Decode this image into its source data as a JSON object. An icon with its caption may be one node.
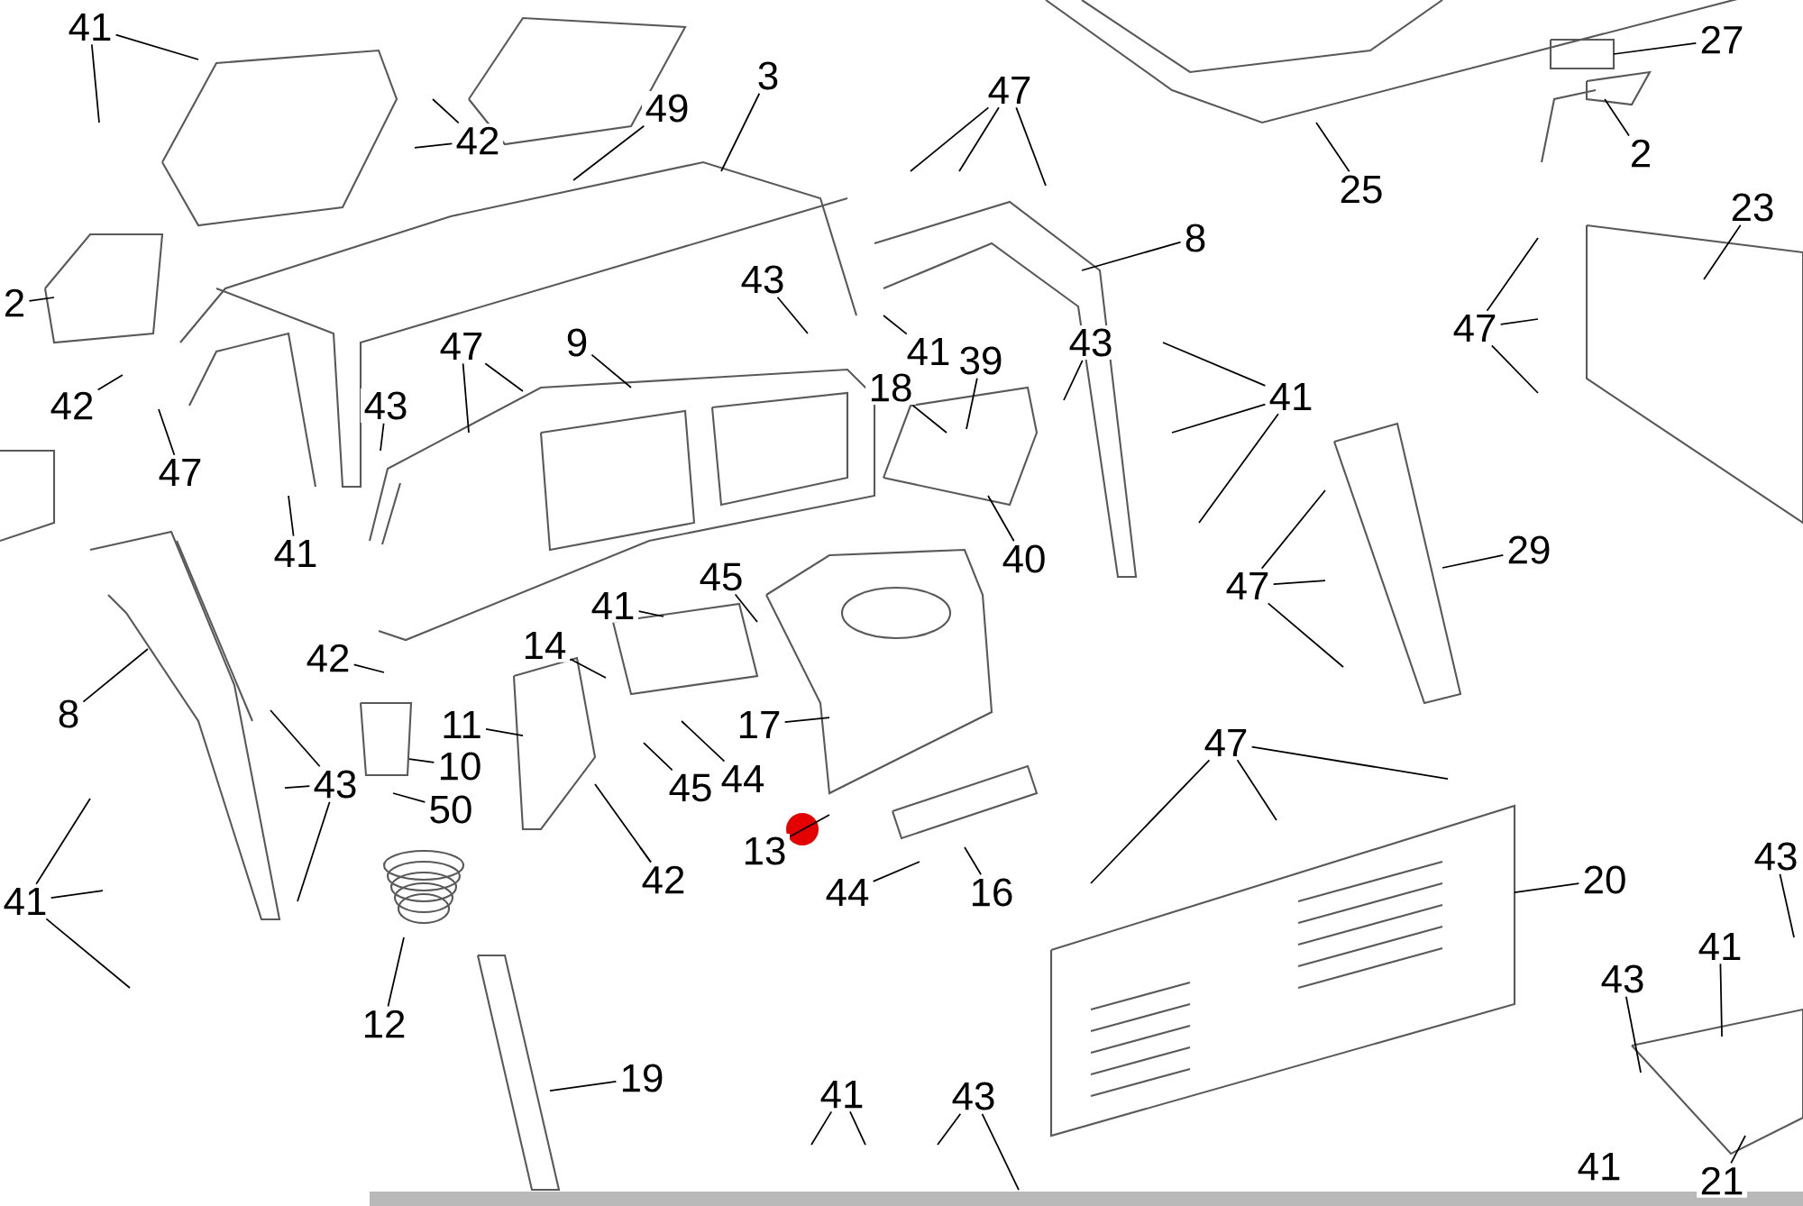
{
  "diagram": {
    "nodes": [
      {
        "text": [
          "41"
        ]
      },
      {
        "text": [
          "42"
        ]
      },
      {
        "text": [
          "49"
        ]
      },
      {
        "text": [
          "3"
        ]
      },
      {
        "text": [
          "27"
        ]
      },
      {
        "text": [
          "47"
        ]
      },
      {
        "text": [
          "25"
        ]
      },
      {
        "text": [
          "2"
        ]
      },
      {
        "text": [
          "23"
        ]
      },
      {
        "text": [
          "8"
        ]
      },
      {
        "text": [
          "2"
        ]
      },
      {
        "text": [
          "42"
        ]
      },
      {
        "text": [
          "43"
        ]
      },
      {
        "text": [
          "41"
        ]
      },
      {
        "text": [
          "47"
        ]
      },
      {
        "text": [
          "43"
        ]
      },
      {
        "text": [
          "47"
        ]
      },
      {
        "text": [
          "9"
        ]
      },
      {
        "text": [
          "39"
        ]
      },
      {
        "text": [
          "18"
        ]
      },
      {
        "text": [
          "43"
        ]
      },
      {
        "text": [
          "41"
        ]
      },
      {
        "text": [
          "47"
        ]
      },
      {
        "text": [
          "41"
        ]
      },
      {
        "text": [
          "40"
        ]
      },
      {
        "text": [
          "29"
        ]
      },
      {
        "text": [
          "47"
        ]
      },
      {
        "text": [
          "41"
        ]
      },
      {
        "text": [
          "45"
        ]
      },
      {
        "text": [
          "14"
        ]
      },
      {
        "text": [
          "42"
        ]
      },
      {
        "text": [
          "8"
        ]
      },
      {
        "text": [
          "11"
        ]
      },
      {
        "text": [
          "17"
        ]
      },
      {
        "text": [
          "10"
        ]
      },
      {
        "text": [
          "43"
        ]
      },
      {
        "text": [
          "45"
        ]
      },
      {
        "text": [
          "44"
        ]
      },
      {
        "text": [
          "50"
        ]
      },
      {
        "text": [
          "13"
        ]
      },
      {
        "text": [
          "44"
        ]
      },
      {
        "text": [
          "16"
        ]
      },
      {
        "text": [
          "42"
        ]
      },
      {
        "text": [
          "47"
        ]
      },
      {
        "text": [
          "20"
        ]
      },
      {
        "text": [
          "41"
        ]
      },
      {
        "text": [
          "12"
        ]
      },
      {
        "text": [
          "41"
        ]
      },
      {
        "text": [
          "43"
        ]
      },
      {
        "text": [
          "43"
        ]
      },
      {
        "text": [
          "19"
        ]
      },
      {
        "text": [
          "41"
        ]
      },
      {
        "text": [
          "43"
        ]
      },
      {
        "text": [
          "21"
        ]
      }
    ],
    "edges": [
      {
        "from": 0,
        "to": null,
        "arrow": "none"
      },
      {
        "from": 0,
        "to": null,
        "arrow": "none"
      },
      {
        "from": 1,
        "to": null,
        "arrow": "none"
      },
      {
        "from": 1,
        "to": null,
        "arrow": "none"
      },
      {
        "from": 2,
        "to": null,
        "arrow": "none"
      },
      {
        "from": 3,
        "to": null,
        "arrow": "none"
      },
      {
        "from": 4,
        "to": null,
        "arrow": "none"
      },
      {
        "from": 5,
        "to": null,
        "arrow": "none"
      },
      {
        "from": 5,
        "to": null,
        "arrow": "none"
      },
      {
        "from": 5,
        "to": null,
        "arrow": "none"
      },
      {
        "from": 6,
        "to": null,
        "arrow": "none"
      },
      {
        "from": 7,
        "to": null,
        "arrow": "none"
      },
      {
        "from": 8,
        "to": null,
        "arrow": "none"
      },
      {
        "from": 9,
        "to": null,
        "arrow": "none"
      },
      {
        "from": 10,
        "to": null,
        "arrow": "none"
      },
      {
        "from": 11,
        "to": null,
        "arrow": "none"
      },
      {
        "from": 12,
        "to": null,
        "arrow": "none"
      },
      {
        "from": 13,
        "to": null,
        "arrow": "none"
      },
      {
        "from": 14,
        "to": null,
        "arrow": "none"
      },
      {
        "from": 14,
        "to": null,
        "arrow": "none"
      },
      {
        "from": 14,
        "to": null,
        "arrow": "none"
      },
      {
        "from": 15,
        "to": null,
        "arrow": "none"
      },
      {
        "from": 16,
        "to": null,
        "arrow": "none"
      },
      {
        "from": 16,
        "to": null,
        "arrow": "none"
      },
      {
        "from": 17,
        "to": null,
        "arrow": "none"
      },
      {
        "from": 18,
        "to": null,
        "arrow": "none"
      },
      {
        "from": 19,
        "to": null,
        "arrow": "none"
      },
      {
        "from": 20,
        "to": null,
        "arrow": "none"
      },
      {
        "from": 21,
        "to": null,
        "arrow": "none"
      },
      {
        "from": 21,
        "to": null,
        "arrow": "none"
      },
      {
        "from": 21,
        "to": null,
        "arrow": "none"
      },
      {
        "from": 22,
        "to": null,
        "arrow": "none"
      },
      {
        "from": 23,
        "to": null,
        "arrow": "none"
      },
      {
        "from": 24,
        "to": null,
        "arrow": "none"
      },
      {
        "from": 25,
        "to": null,
        "arrow": "none"
      },
      {
        "from": 26,
        "to": null,
        "arrow": "none"
      },
      {
        "from": 26,
        "to": null,
        "arrow": "none"
      },
      {
        "from": 26,
        "to": null,
        "arrow": "none"
      },
      {
        "from": 27,
        "to": null,
        "arrow": "none"
      },
      {
        "from": 28,
        "to": null,
        "arrow": "none"
      },
      {
        "from": 29,
        "to": null,
        "arrow": "none"
      },
      {
        "from": 30,
        "to": null,
        "arrow": "none"
      },
      {
        "from": 31,
        "to": null,
        "arrow": "none"
      },
      {
        "from": 32,
        "to": null,
        "arrow": "none"
      },
      {
        "from": 33,
        "to": null,
        "arrow": "none"
      },
      {
        "from": 34,
        "to": null,
        "arrow": "none"
      },
      {
        "from": 35,
        "to": null,
        "arrow": "none"
      },
      {
        "from": 35,
        "to": null,
        "arrow": "none"
      },
      {
        "from": 35,
        "to": null,
        "arrow": "none"
      },
      {
        "from": 36,
        "to": null,
        "arrow": "none"
      },
      {
        "from": 37,
        "to": null,
        "arrow": "none"
      },
      {
        "from": 38,
        "to": null,
        "arrow": "none"
      },
      {
        "from": 39,
        "to": null,
        "arrow": "none"
      },
      {
        "from": 40,
        "to": null,
        "arrow": "none"
      },
      {
        "from": 41,
        "to": null,
        "arrow": "none"
      },
      {
        "from": 42,
        "to": null,
        "arrow": "none"
      },
      {
        "from": 42,
        "to": null,
        "arrow": "none"
      },
      {
        "from": 43,
        "to": null,
        "arrow": "none"
      },
      {
        "from": 43,
        "to": null,
        "arrow": "none"
      },
      {
        "from": 43,
        "to": null,
        "arrow": "none"
      },
      {
        "from": 44,
        "to": null,
        "arrow": "none"
      },
      {
        "from": 45,
        "to": null,
        "arrow": "none"
      },
      {
        "from": 45,
        "to": null,
        "arrow": "none"
      },
      {
        "from": 45,
        "to": null,
        "arrow": "none"
      },
      {
        "from": 46,
        "to": null,
        "arrow": "none"
      },
      {
        "from": 47,
        "to": null,
        "arrow": "none"
      },
      {
        "from": 48,
        "to": null,
        "arrow": "none"
      },
      {
        "from": 49,
        "to": null,
        "arrow": "none"
      },
      {
        "from": 50,
        "to": null,
        "arrow": "none"
      },
      {
        "from": 51,
        "to": null,
        "arrow": "none"
      },
      {
        "from": 51,
        "to": null,
        "arrow": "none"
      },
      {
        "from": 52,
        "to": null,
        "arrow": "none"
      },
      {
        "from": 52,
        "to": null,
        "arrow": "none"
      },
      {
        "from": 53,
        "to": null,
        "arrow": "none"
      }
    ],
    "labels": [
      "41"
    ]
  }
}
